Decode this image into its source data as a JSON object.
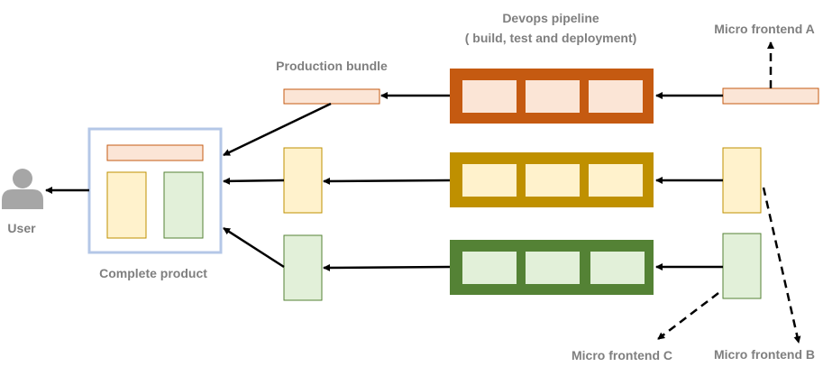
{
  "labels": {
    "devops_title_line1": "Devops pipeline",
    "devops_title_line2": "( build, test and deployment)",
    "production_bundle": "Production bundle",
    "complete_product": "Complete product",
    "user": "User",
    "micro_frontend_a": "Micro frontend A",
    "micro_frontend_b": "Micro frontend B",
    "micro_frontend_c": "Micro frontend C"
  },
  "colors": {
    "text": "#7f7f7f",
    "arrow": "#000000",
    "orange_pipeline": "#c55a11",
    "orange_fill": "#fbe5d6",
    "gold_pipeline": "#bf9000",
    "gold_fill": "#fff2cc",
    "green_pipeline": "#548235",
    "green_fill": "#e2f0d9",
    "product_border": "#b4c7e7",
    "user_icon": "#a6a6a6"
  }
}
